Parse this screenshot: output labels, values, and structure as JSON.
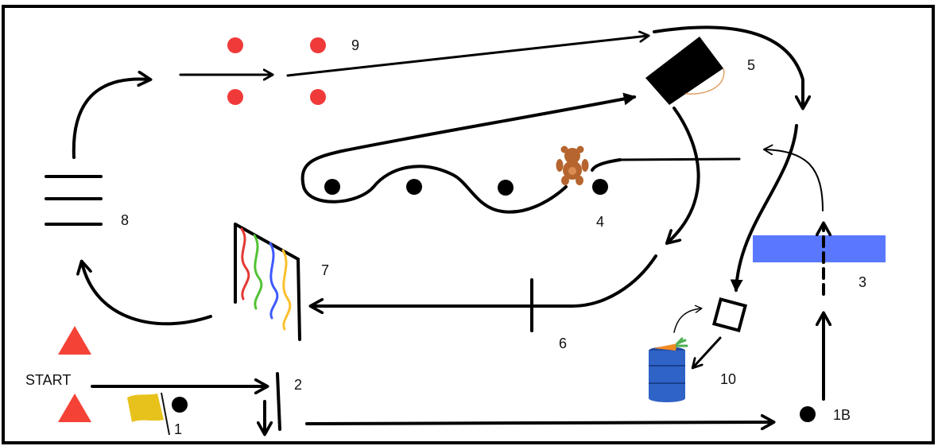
{
  "labels": {
    "start": "START",
    "s1": "1",
    "s1b": "1B",
    "s2": "2",
    "s3": "3",
    "s4": "4",
    "s5": "5",
    "s6": "6",
    "s7": "7",
    "s8": "8",
    "s9": "9",
    "s10": "10"
  },
  "colors": {
    "frame": "#000000",
    "cone": "#f44336",
    "dot_red": "#f03a3a",
    "water_blue": "#5a78ff",
    "flag_yellow": "#e8c21c",
    "barrel_blue": "#2f63c6",
    "streamer_red": "#e53935",
    "streamer_green": "#52c234",
    "streamer_blue": "#3d5afe",
    "streamer_yellow": "#fbc02d",
    "bear_brown": "#b5652d",
    "carrot_orange": "#f08a24"
  },
  "icons": [
    "cone-icon",
    "flag-icon",
    "teddy-bear-icon",
    "barrel-icon",
    "carrot-icon",
    "tunnel-icon",
    "streamer-curtain-icon",
    "hurdle-bars-icon"
  ]
}
